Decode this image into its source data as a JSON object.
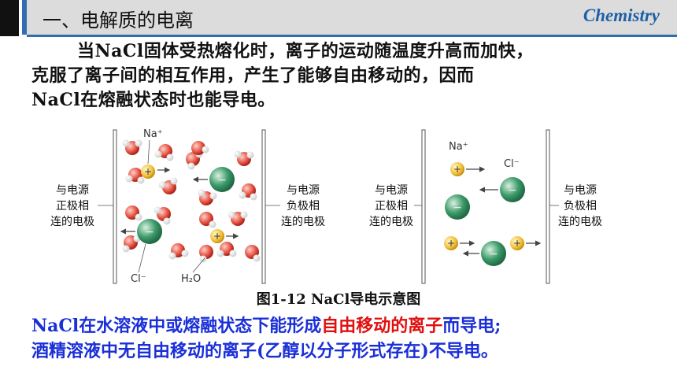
{
  "header": {
    "title": "一、电解质的电离",
    "subject": "Chemistry"
  },
  "paragraph": {
    "line1": "当NaCl固体受热熔化时，离子的运动随温度升高而加快，",
    "line2": "克服了离子间的相互作用，产生了能够自由移动的，因而",
    "line3": "NaCl在熔融状态时也能导电。"
  },
  "figure": {
    "left": {
      "na_label": "Na⁺",
      "cl_label": "Cl⁻",
      "water_label": "H₂O",
      "left_electrode": [
        "与电源",
        "正极相",
        "连的电极"
      ],
      "right_electrode": [
        "与电源",
        "负极相",
        "连的电极"
      ]
    },
    "right": {
      "na_label": "Na⁺",
      "cl_label": "Cl⁻",
      "left_electrode": [
        "与电源",
        "正极相",
        "连的电极"
      ],
      "right_electrode": [
        "与电源",
        "负极相",
        "连的电极"
      ]
    },
    "caption": "图1-12  NaCl导电示意图"
  },
  "conclusion": {
    "line1_a": "NaCl在水溶液中或熔融状态下能形成",
    "line1_b": "自由移动的离子",
    "line1_c": "而导电;",
    "line2": "酒精溶液中无自由移动的离子(乙醇以分子形式存在)不导电。"
  },
  "colors": {
    "accent_blue": "#2f6fb0",
    "text_blue": "#1a2fd8",
    "text_red": "#e01010",
    "ion_green": "#3d9a6a",
    "ion_yellow": "#f2c13a",
    "water_red": "#e24a3a"
  }
}
